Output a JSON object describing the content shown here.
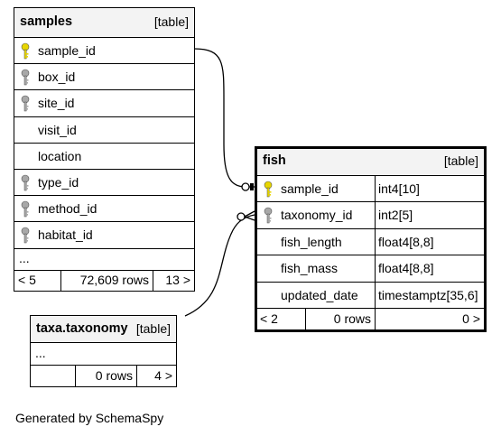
{
  "samples": {
    "name": "samples",
    "tag": "[table]",
    "columns": [
      {
        "name": "sample_id",
        "key": "pk"
      },
      {
        "name": "box_id",
        "key": "fk"
      },
      {
        "name": "site_id",
        "key": "fk"
      },
      {
        "name": "visit_id",
        "key": "none"
      },
      {
        "name": "location",
        "key": "none"
      },
      {
        "name": "type_id",
        "key": "fk"
      },
      {
        "name": "method_id",
        "key": "fk"
      },
      {
        "name": "habitat_id",
        "key": "fk"
      }
    ],
    "more": "...",
    "footer": {
      "left": "< 5",
      "rows": "72,609 rows",
      "right": "13 >"
    }
  },
  "fish": {
    "name": "fish",
    "tag": "[table]",
    "columns": [
      {
        "name": "sample_id",
        "type": "int4[10]",
        "key": "pk"
      },
      {
        "name": "taxonomy_id",
        "type": "int2[5]",
        "key": "fk"
      },
      {
        "name": "fish_length",
        "type": "float4[8,8]",
        "key": "none"
      },
      {
        "name": "fish_mass",
        "type": "float4[8,8]",
        "key": "none"
      },
      {
        "name": "updated_date",
        "type": "timestamptz[35,6]",
        "key": "none"
      }
    ],
    "footer": {
      "left": "< 2",
      "rows": "0 rows",
      "right": "0 >"
    }
  },
  "taxonomy": {
    "name": "taxa.taxonomy",
    "tag": "[table]",
    "more": "...",
    "footer": {
      "left": "",
      "rows": "0 rows",
      "right": "4 >"
    }
  },
  "caption": "Generated by SchemaSpy",
  "colors": {
    "pk_key": "#e8d600",
    "fk_key": "#a8a8a8",
    "header_bg": "#f3f3f3"
  },
  "icons": {
    "pk": "primary-key-icon",
    "fk": "foreign-key-icon"
  }
}
